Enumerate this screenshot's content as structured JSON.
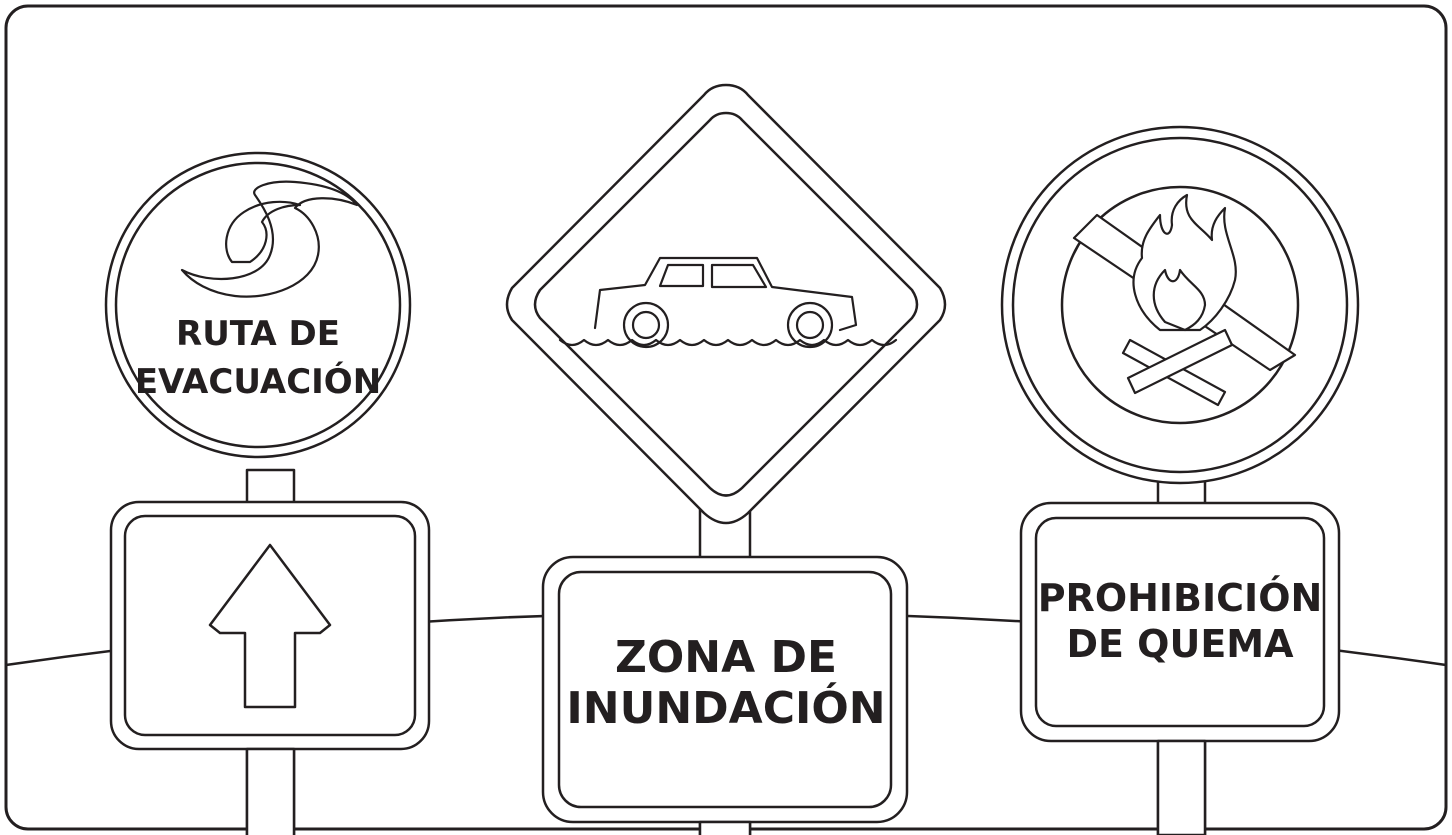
{
  "signs": {
    "evacuation": {
      "line1": "RUTA DE",
      "line2": "EVACUACIÓN",
      "icon": "hurricane-icon",
      "arrow_icon": "up-arrow-icon"
    },
    "flood": {
      "line1": "ZONA DE",
      "line2": "INUNDACIÓN",
      "icon": "flooded-car-icon"
    },
    "burn": {
      "line1": "PROHIBICIÓN",
      "line2": "DE QUEMA",
      "icon": "no-fire-icon"
    }
  },
  "colors": {
    "stroke": "#231f20",
    "background": "#ffffff"
  }
}
